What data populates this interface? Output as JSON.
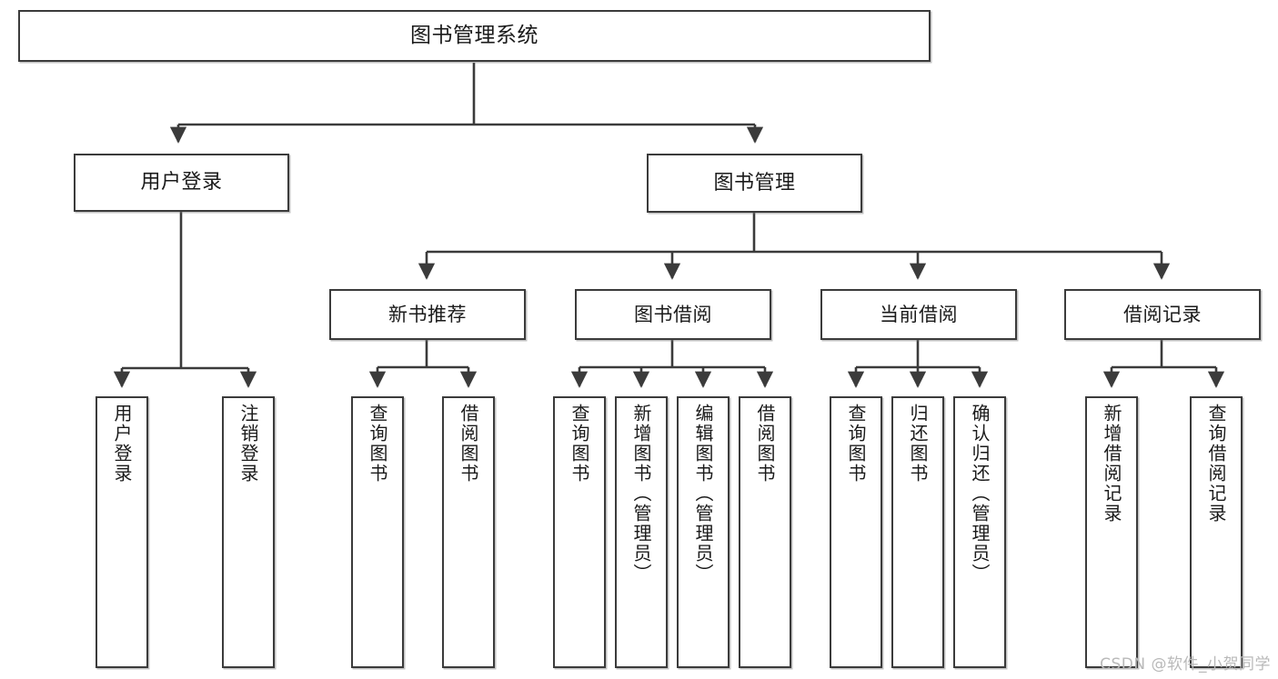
{
  "diagram": {
    "title": "图书管理系统",
    "watermark": "CSDN @软件_小贺同学",
    "line_color": "#3b3b3b",
    "box_fill": "#ffffff",
    "text_color": "#1a1a1a",
    "nodes": {
      "root": "图书管理系统",
      "level2": {
        "user_login": "用户登录",
        "book_manage": "图书管理"
      },
      "level3": {
        "new_book_rec": "新书推荐",
        "book_borrow": "图书借阅",
        "current_borrow": "当前借阅",
        "borrow_record": "借阅记录"
      },
      "leaves": {
        "login_1": "用户登录",
        "login_2": "注销登录",
        "rec_1": "查询图书",
        "rec_2": "借阅图书",
        "borrow_1": "查询图书",
        "borrow_2": "新增图书（管理员）",
        "borrow_3": "编辑图书（管理员）",
        "borrow_4": "借阅图书",
        "cur_1": "查询图书",
        "cur_2": "归还图书",
        "cur_3": "确认归还（管理员）",
        "rec2_1": "新增借阅记录",
        "rec2_2": "查询借阅记录"
      }
    }
  }
}
